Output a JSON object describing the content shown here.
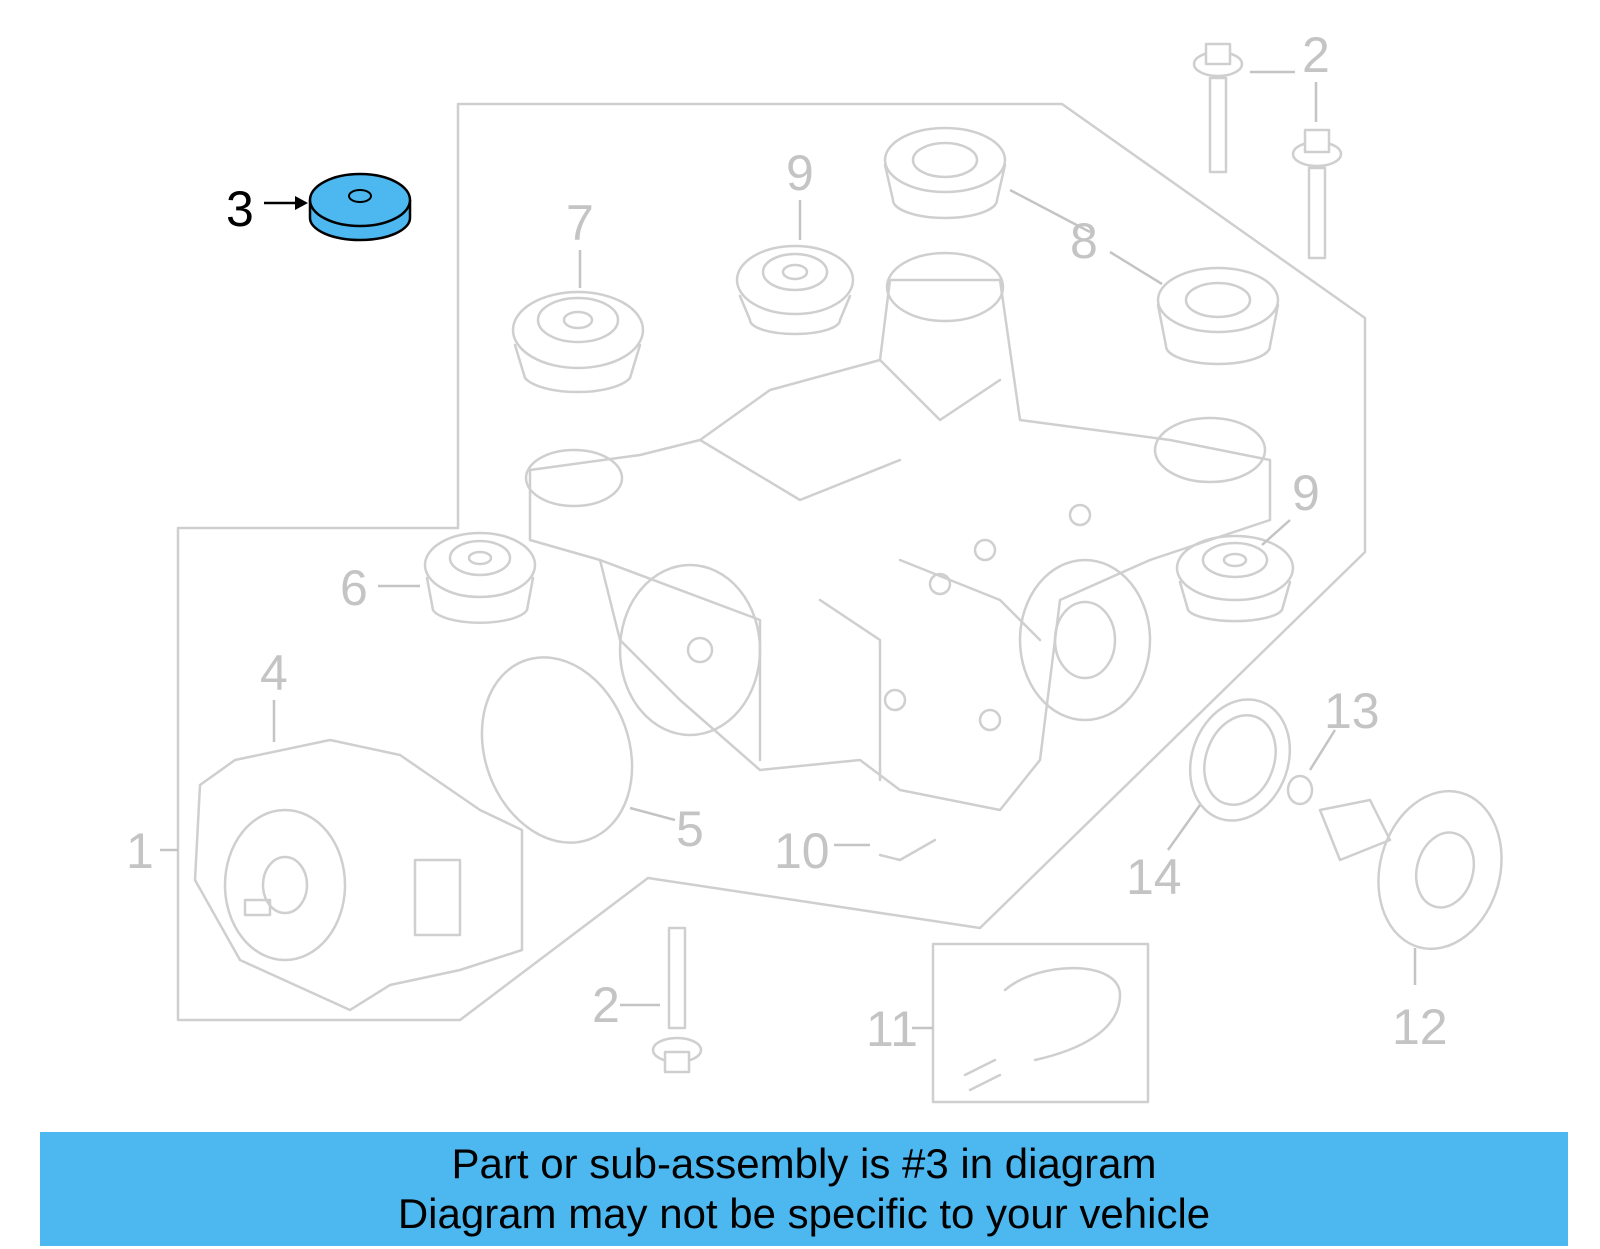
{
  "callouts": {
    "c1": "1",
    "c2a": "2",
    "c2b": "2",
    "c3": "3",
    "c4": "4",
    "c5": "5",
    "c6": "6",
    "c7": "7",
    "c8": "8",
    "c9a": "9",
    "c9b": "9",
    "c10": "10",
    "c11": "11",
    "c12": "12",
    "c13": "13",
    "c14": "14"
  },
  "highlight": {
    "part_number": "3",
    "color": "#4db8f0"
  },
  "banner": {
    "line1": "Part or sub-assembly is #3 in diagram",
    "line2": "Diagram may not be specific to your vehicle",
    "background": "#4db8f0"
  }
}
